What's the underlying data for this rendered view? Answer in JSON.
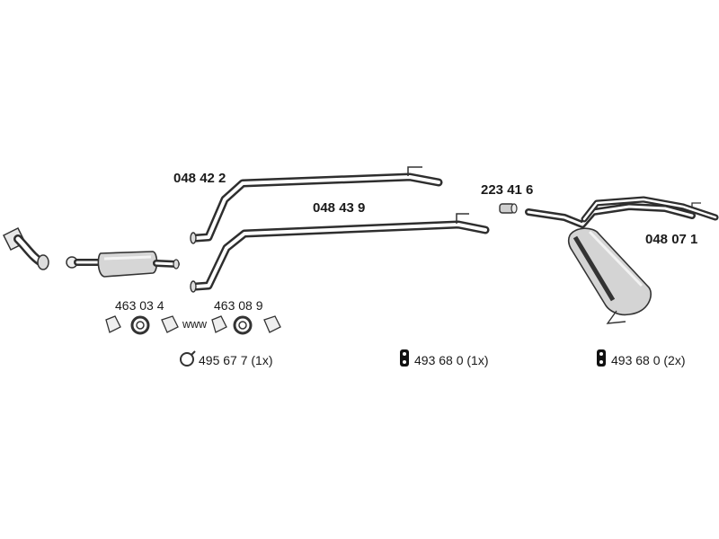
{
  "parts": {
    "front_pipe": "048 42 2",
    "middle_pipe": "048 43 9",
    "connector": "223 41 6",
    "rear_silencer": "048 07 1",
    "clamp_set_1": "463 03 4",
    "clamp_set_2": "463 08 9",
    "clamp_single": "495 67 7 (1x)",
    "rubber_mount_1": "493 68 0 (1x)",
    "rubber_mount_2": "493 68 0 (2x)"
  },
  "separator": "www"
}
